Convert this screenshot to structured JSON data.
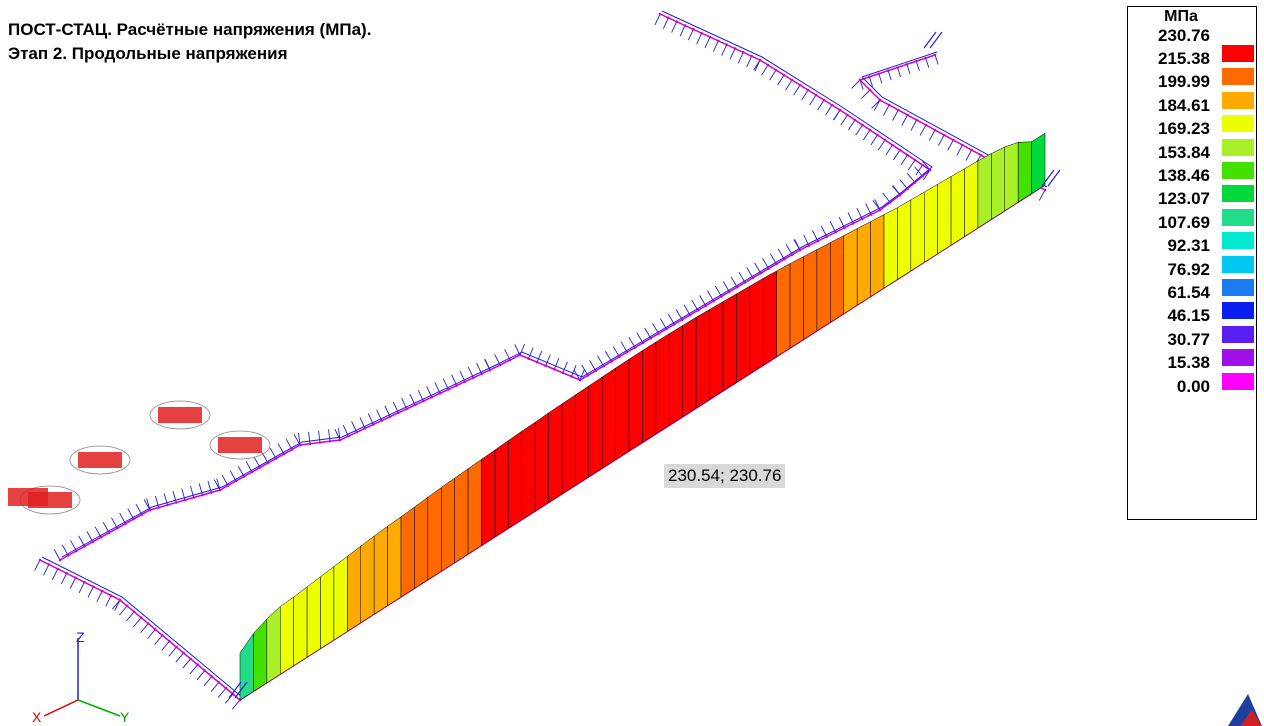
{
  "header": {
    "title_line1": "ПОСТ-СТАЦ. Расчётные напряжения (МПа).",
    "title_line2": "Этап 2. Продольные напряжения"
  },
  "legend": {
    "unit": "МПа",
    "max_label": "230.76",
    "levels": [
      {
        "label": "215.38",
        "color": "#ff0000"
      },
      {
        "label": "199.99",
        "color": "#ff6a00"
      },
      {
        "label": "184.61",
        "color": "#ffaa00"
      },
      {
        "label": "169.23",
        "color": "#eeff00"
      },
      {
        "label": "153.84",
        "color": "#aaf028"
      },
      {
        "label": "138.46",
        "color": "#44e000"
      },
      {
        "label": "123.07",
        "color": "#00d83c"
      },
      {
        "label": "107.69",
        "color": "#22dd88"
      },
      {
        "label": "92.31",
        "color": "#00e8d0"
      },
      {
        "label": "76.92",
        "color": "#00c8f0"
      },
      {
        "label": "61.54",
        "color": "#1a7cf0"
      },
      {
        "label": "46.15",
        "color": "#0a1ef0"
      },
      {
        "label": "30.77",
        "color": "#5a1ef0"
      },
      {
        "label": "15.38",
        "color": "#a010e8"
      },
      {
        "label": "0.00",
        "color": "#ff00ff"
      }
    ]
  },
  "probe_readout": "230.54; 230.76",
  "axes": {
    "z_label": "Z",
    "y_label": "Y",
    "x_label": "X"
  },
  "model": {
    "element_color": "#2020d0",
    "node_color": "#d000d0",
    "support_color": "#e02020",
    "stress_bar_values": [
      118,
      145,
      160,
      170,
      172,
      176,
      180,
      184,
      188,
      192,
      196,
      199,
      201,
      204,
      207,
      210,
      212,
      214,
      216,
      218,
      220,
      222,
      223,
      225,
      226,
      227,
      228,
      229,
      230,
      230.5,
      230.76,
      230.5,
      230,
      229,
      228,
      226,
      224,
      222,
      220,
      218,
      215,
      212,
      208,
      204,
      200,
      196,
      192,
      188,
      184,
      180,
      178,
      176,
      174,
      172,
      170,
      168,
      165,
      160,
      150,
      130
    ]
  }
}
